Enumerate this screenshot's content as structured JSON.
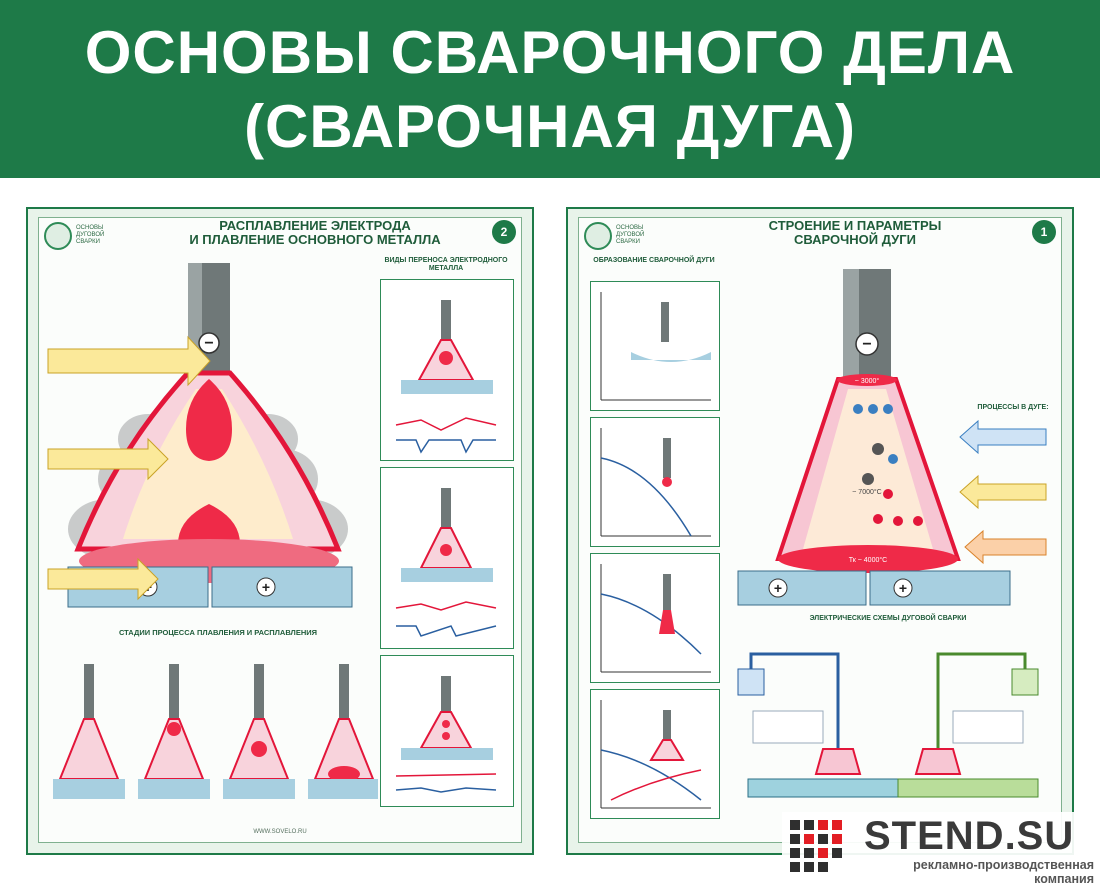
{
  "banner": {
    "line1": "ОСНОВЫ СВАРОЧНОГО ДЕЛА",
    "line2": "(СВАРОЧНАЯ ДУГА)",
    "bg_color": "#1e7a48"
  },
  "left_poster": {
    "logo_text": "ОСНОВЫ ДУГОВОЙ СВАРКИ",
    "title_line1": "РАСПЛАВЛЕНИЕ ЭЛЕКТРОДА",
    "title_line2": "И ПЛАВЛЕНИЕ ОСНОВНОГО МЕТАЛЛА",
    "number": "2",
    "transfer_title": "ВИДЫ ПЕРЕНОСА ЭЛЕКТРОДНОГО МЕТАЛЛА",
    "stages_title": "СТАДИИ ПРОЦЕССА ПЛАВЛЕНИЯ И РАСПЛАВЛЕНИЯ",
    "footer": "WWW.SOVELO.RU",
    "electrode_sign": "−",
    "plus_sign": "+"
  },
  "right_poster": {
    "logo_text": "ОСНОВЫ ДУГОВОЙ СВАРКИ",
    "title_line1": "СТРОЕНИЕ И ПАРАМЕТРЫ",
    "title_line2": "СВАРОЧНОЙ ДУГИ",
    "number": "1",
    "formation_title": "ОБРАЗОВАНИЕ СВАРОЧНОЙ ДУГИ",
    "processes_title": "ПРОЦЕССЫ В ДУГЕ:",
    "schemes_title": "ЭЛЕКТРИЧЕСКИЕ СХЕМЫ ДУГОВОЙ СВАРКИ",
    "temp_top": "~ 3000°",
    "temp_mid": "~ 7000°С",
    "temp_bottom": "Тк ~ 4000°С",
    "electrode_sign": "−",
    "plus_sign": "+"
  },
  "brand": {
    "name": "STEND.SU",
    "tagline": "рекламно-производственная компания"
  }
}
